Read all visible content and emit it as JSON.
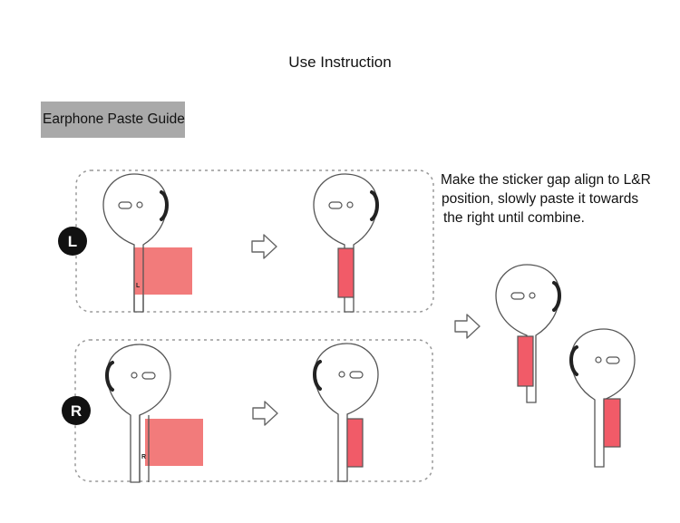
{
  "title": "Use Instruction",
  "guide_label": "Earphone Paste Guide",
  "instruction_lines": [
    "Make the sticker gap align to L&R",
    "position, slowly paste it towards",
    "the right until combine."
  ],
  "sides": [
    {
      "badge": "L",
      "stem_mark": "L"
    },
    {
      "badge": "R",
      "stem_mark": "R"
    }
  ],
  "colors": {
    "sticker": "#f27b7b",
    "sticker_applied": "#f15b68",
    "badge": "#111111",
    "outline": "#555555",
    "dashed_border": "#999999",
    "label_background": "#a9a9a9"
  },
  "icons": [
    "right-arrow-icon"
  ]
}
